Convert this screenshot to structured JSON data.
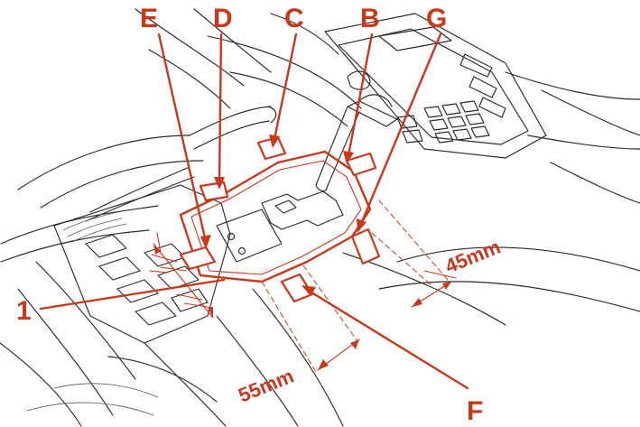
{
  "diagram": {
    "labels": {
      "E": "E",
      "D": "D",
      "C": "C",
      "B": "B",
      "G": "G",
      "F": "F",
      "part_1": "1"
    },
    "dimensions": {
      "side": "45mm",
      "front": "55mm"
    },
    "colors": {
      "accent": "#c8381c",
      "line_art": "#2a2a2a",
      "background": "#ffffff"
    }
  }
}
